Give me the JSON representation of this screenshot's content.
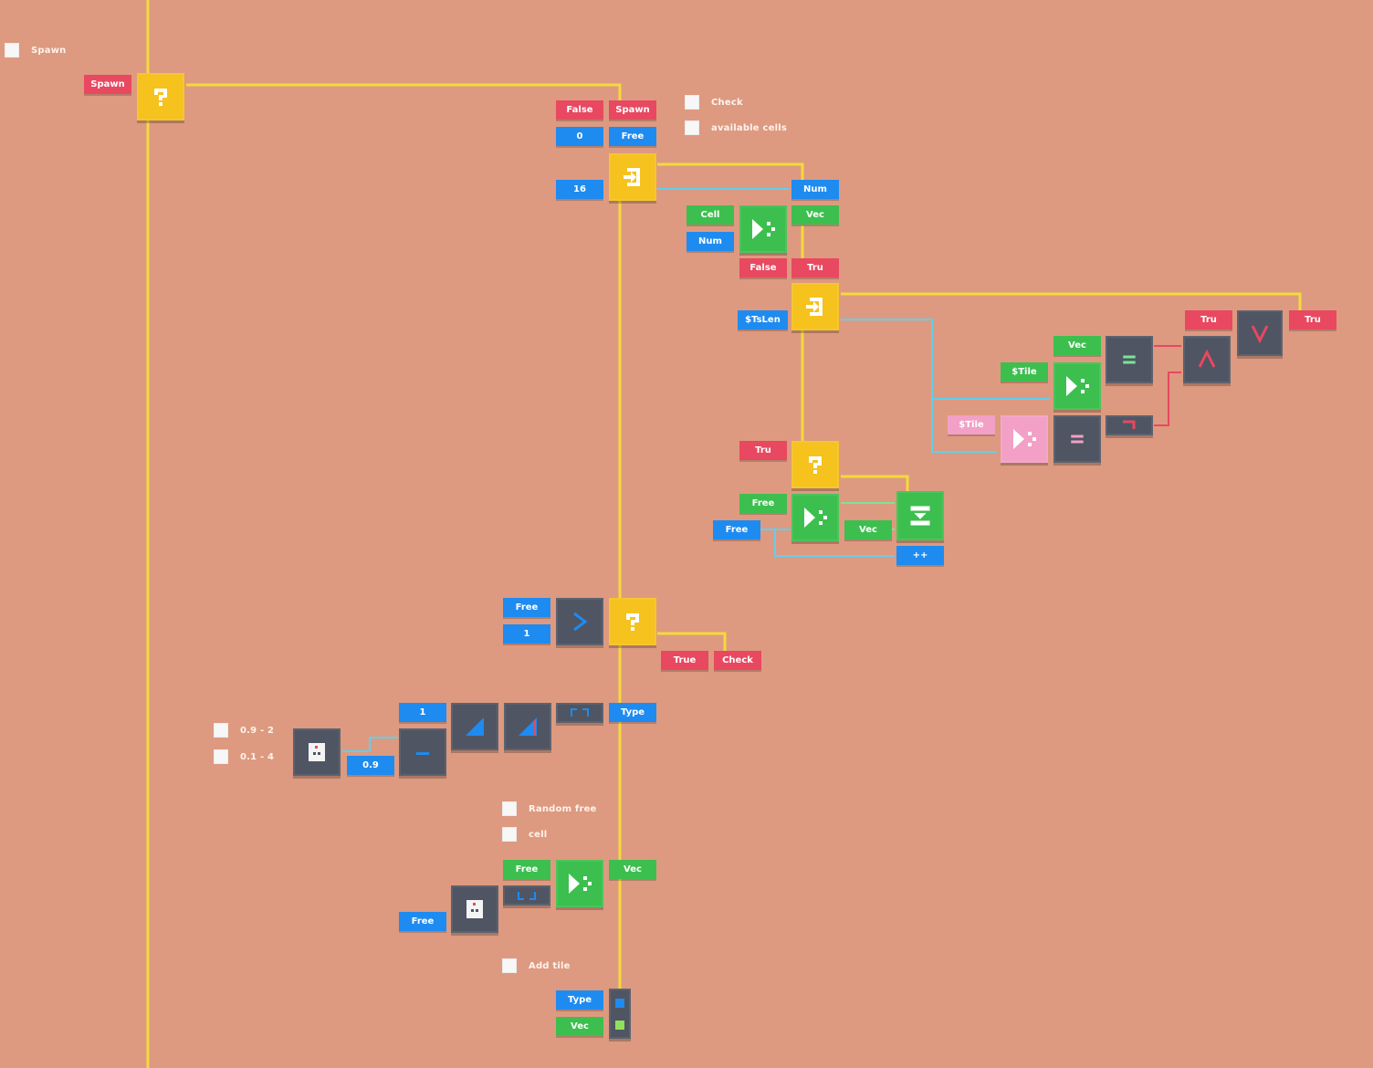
{
  "comments": {
    "spawn": "Spawn",
    "check": "Check",
    "available_cells": "available cells",
    "range_a": "0.9 - 2",
    "range_b": "0.1 - 4",
    "random_free": "Random free",
    "cell": "cell",
    "add_tile": "Add tile"
  },
  "vars": {
    "spawn_in": "Spawn",
    "false1": "False",
    "spawn_out": "Spawn",
    "zero": "0",
    "free1": "Free",
    "sixteen": "16",
    "num1": "Num",
    "cell": "Cell",
    "num2": "Num",
    "vec1": "Vec",
    "false2": "False",
    "tru1": "Tru",
    "tslen": "$TsLen",
    "tru2": "Tru",
    "tru3": "Tru",
    "vec2": "Vec",
    "tile1": "$Tile",
    "tile2": "$Tile",
    "tru4": "Tru",
    "free2": "Free",
    "free3": "Free",
    "vec3": "Vec",
    "plusplus": "++",
    "free4": "Free",
    "one1": "1",
    "true_lbl": "True",
    "check": "Check",
    "one2": "1",
    "type1": "Type",
    "n09": "0.9",
    "free5": "Free",
    "vec4": "Vec",
    "free6": "Free",
    "type2": "Type",
    "vec5": "Vec"
  },
  "colors": {
    "background": "#DD9A80",
    "exec_wire": "#F5D93A",
    "number_wire": "#5ED0F0",
    "vector_wire": "#7BE39A",
    "bool_wire": "#E84860",
    "bool_var": "#E84860",
    "number_var": "#1E8BF0",
    "vector_var": "#3CBF4E",
    "tile_var": "#F2A0C6",
    "flow_block": "#F5C21E",
    "op_block": "#4F5563"
  }
}
